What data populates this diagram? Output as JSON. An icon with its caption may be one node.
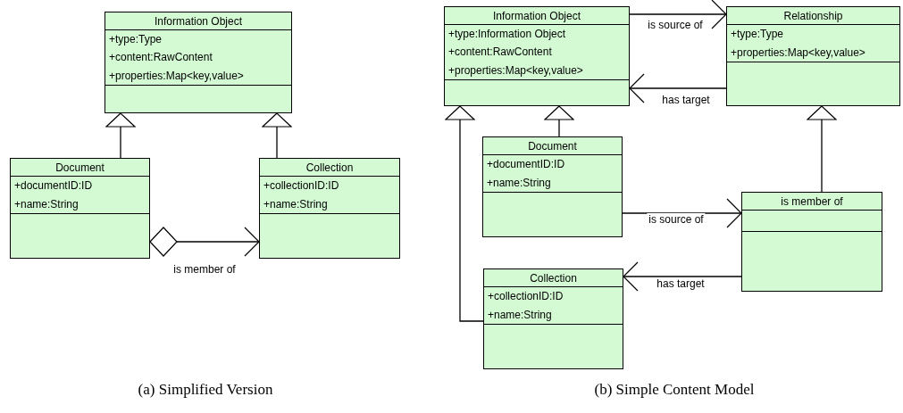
{
  "diagram": {
    "nodes": [
      {
        "text": [
          "Information Object",
          "+type:Type",
          "+content:RawContent",
          "+properties:Map<key,value>"
        ]
      },
      {
        "text": [
          "Document",
          "+documentID:ID",
          "+name:String"
        ]
      },
      {
        "text": [
          "Collection",
          "+collectionID:ID",
          "+name:String"
        ]
      },
      {
        "text": [
          "Information Object",
          "+type:Information Object",
          "+content:RawContent",
          "+properties:Map<key,value>"
        ]
      },
      {
        "text": [
          "Relationship",
          "+type:Type",
          "+properties:Map<key,value>"
        ]
      },
      {
        "text": [
          "Document",
          "+documentID:ID",
          "+name:String"
        ]
      },
      {
        "text": [
          "is member of"
        ]
      },
      {
        "text": [
          "Collection",
          "+collectionID:ID",
          "+name:String"
        ]
      }
    ],
    "edges": [
      {
        "from": 1,
        "to": 0,
        "arrow": "to"
      },
      {
        "from": 2,
        "to": 0,
        "arrow": "to"
      },
      {
        "from": 1,
        "to": 2,
        "arrow": "to",
        "label": "is member of"
      },
      {
        "from": 3,
        "to": 4,
        "arrow": "to",
        "label": "is source of"
      },
      {
        "from": 4,
        "to": 3,
        "arrow": "to",
        "label": "has target"
      },
      {
        "from": 5,
        "to": 3,
        "arrow": "to"
      },
      {
        "from": 7,
        "to": 3,
        "arrow": "to"
      },
      {
        "from": 6,
        "to": 4,
        "arrow": "to"
      },
      {
        "from": 5,
        "to": 6,
        "arrow": "to",
        "label": "is source of"
      },
      {
        "from": 6,
        "to": 7,
        "arrow": "to",
        "label": "has target"
      }
    ],
    "labels": [
      "(a) Simplified Version",
      "(b) Simple Content Model"
    ]
  }
}
